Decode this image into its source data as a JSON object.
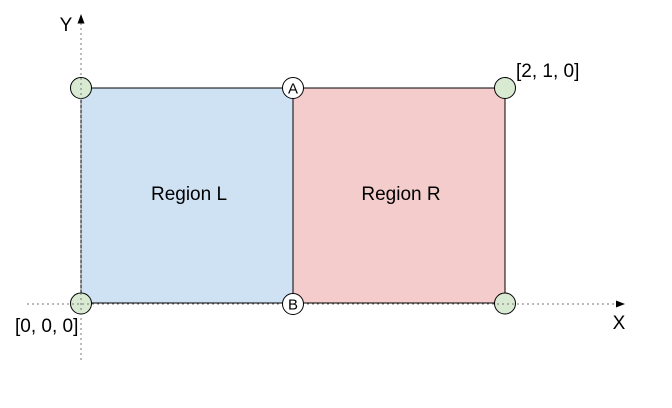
{
  "diagram": {
    "axes": {
      "x_label": "X",
      "y_label": "Y"
    },
    "points": {
      "origin_label": "[0, 0, 0]",
      "far_corner_label": "[2, 1, 0]"
    },
    "regions": {
      "left": {
        "label": "Region L",
        "fill": "#cfe2f3"
      },
      "right": {
        "label": "Region R",
        "fill": "#f4cccc"
      }
    },
    "nodes": {
      "top": {
        "label": "A",
        "fill": "#ffffff"
      },
      "bottom": {
        "label": "B",
        "fill": "#ffffff"
      }
    },
    "colors": {
      "vertex_fill": "#d9ead3",
      "outline": "#000000",
      "axis_line": "#777777",
      "text": "#000000"
    }
  }
}
